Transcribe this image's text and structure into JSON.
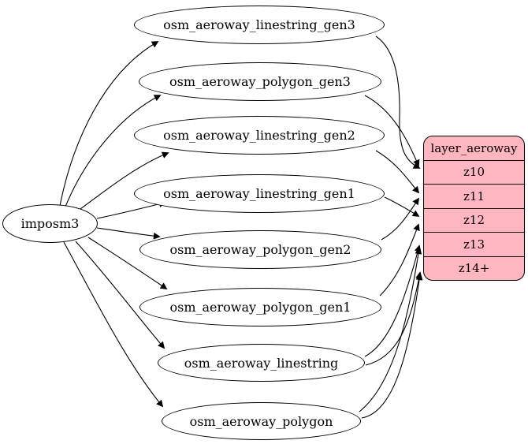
{
  "diagram": {
    "type": "etl-graph",
    "source": {
      "id": "imposm3",
      "label": "imposm3"
    },
    "tables": [
      {
        "id": "osm_aeroway_linestring_gen3",
        "label": "osm_aeroway_linestring_gen3"
      },
      {
        "id": "osm_aeroway_polygon_gen3",
        "label": "osm_aeroway_polygon_gen3"
      },
      {
        "id": "osm_aeroway_linestring_gen2",
        "label": "osm_aeroway_linestring_gen2"
      },
      {
        "id": "osm_aeroway_linestring_gen1",
        "label": "osm_aeroway_linestring_gen1"
      },
      {
        "id": "osm_aeroway_polygon_gen2",
        "label": "osm_aeroway_polygon_gen2"
      },
      {
        "id": "osm_aeroway_polygon_gen1",
        "label": "osm_aeroway_polygon_gen1"
      },
      {
        "id": "osm_aeroway_linestring",
        "label": "osm_aeroway_linestring"
      },
      {
        "id": "osm_aeroway_polygon",
        "label": "osm_aeroway_polygon"
      }
    ],
    "layer": {
      "title": "layer_aeroway",
      "rows": [
        "z10",
        "z11",
        "z12",
        "z13",
        "z14+"
      ]
    },
    "edges": [
      {
        "from": "imposm3",
        "to": "osm_aeroway_linestring_gen3"
      },
      {
        "from": "imposm3",
        "to": "osm_aeroway_polygon_gen3"
      },
      {
        "from": "imposm3",
        "to": "osm_aeroway_linestring_gen2"
      },
      {
        "from": "imposm3",
        "to": "osm_aeroway_linestring_gen1"
      },
      {
        "from": "imposm3",
        "to": "osm_aeroway_polygon_gen2"
      },
      {
        "from": "imposm3",
        "to": "osm_aeroway_polygon_gen1"
      },
      {
        "from": "imposm3",
        "to": "osm_aeroway_linestring"
      },
      {
        "from": "imposm3",
        "to": "osm_aeroway_polygon"
      },
      {
        "from": "osm_aeroway_linestring_gen3",
        "to": "z10"
      },
      {
        "from": "osm_aeroway_polygon_gen3",
        "to": "z10"
      },
      {
        "from": "osm_aeroway_linestring_gen2",
        "to": "z11"
      },
      {
        "from": "osm_aeroway_polygon_gen2",
        "to": "z11"
      },
      {
        "from": "osm_aeroway_linestring_gen1",
        "to": "z12"
      },
      {
        "from": "osm_aeroway_polygon_gen1",
        "to": "z12"
      },
      {
        "from": "osm_aeroway_linestring",
        "to": "z13"
      },
      {
        "from": "osm_aeroway_polygon",
        "to": "z13"
      },
      {
        "from": "osm_aeroway_linestring",
        "to": "z14+"
      },
      {
        "from": "osm_aeroway_polygon",
        "to": "z14+"
      }
    ],
    "colors": {
      "record_fill": "#ffb6c1",
      "stroke": "#000000",
      "background": "#ffffff"
    }
  }
}
